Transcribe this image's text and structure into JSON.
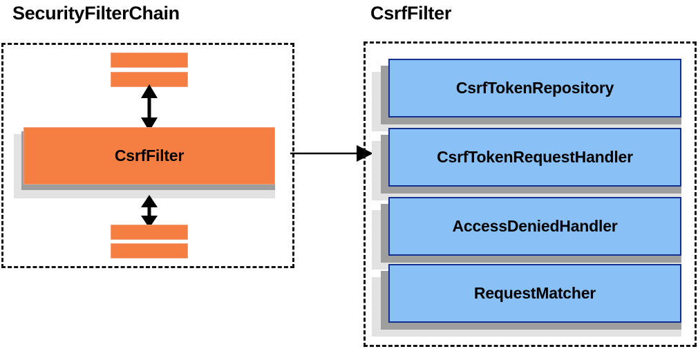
{
  "diagram": {
    "type": "architecture-block-diagram",
    "background_color": "#ffffff",
    "palette": {
      "orange_fill": "#F57E42",
      "orange_border": "#F4A07A",
      "blue_fill": "#89C0F5",
      "blue_border": "#13308F",
      "shadow_dark": "#9E9E9E",
      "shadow_light": "#E2E2E2",
      "dashed_border": "#111111",
      "text": "#000000"
    },
    "panels": [
      {
        "id": "security-filter-chain",
        "title": "SecurityFilterChain",
        "border_style": "dashed",
        "items": [
          {
            "id": "chain-bar-top-1",
            "label": "",
            "style": "orange-bar"
          },
          {
            "id": "chain-bar-top-2",
            "label": "",
            "style": "orange-bar"
          },
          {
            "id": "csrf-filter",
            "label": "CsrfFilter",
            "style": "orange-box-shadowed"
          },
          {
            "id": "chain-bar-bottom-1",
            "label": "",
            "style": "orange-bar"
          },
          {
            "id": "chain-bar-bottom-2",
            "label": "",
            "style": "orange-bar"
          }
        ]
      },
      {
        "id": "csrf-filter-detail",
        "title": "CsrfFilter",
        "border_style": "dashed",
        "items": [
          {
            "id": "csrf-token-repository",
            "label": "CsrfTokenRepository",
            "style": "blue-box-shadowed"
          },
          {
            "id": "csrf-token-request-handler",
            "label": "CsrfTokenRequestHandler",
            "style": "blue-box-shadowed"
          },
          {
            "id": "access-denied-handler",
            "label": "AccessDeniedHandler",
            "style": "blue-box-shadowed"
          },
          {
            "id": "request-matcher",
            "label": "RequestMatcher",
            "style": "blue-box-shadowed"
          }
        ]
      }
    ],
    "connectors": [
      {
        "id": "chain-above-to-csrffilter",
        "kind": "double-headed-vertical-arrow"
      },
      {
        "id": "csrffilter-to-chain-below",
        "kind": "double-headed-vertical-arrow"
      },
      {
        "id": "csrffilter-to-detail",
        "kind": "single-headed-horizontal-arrow"
      }
    ]
  }
}
